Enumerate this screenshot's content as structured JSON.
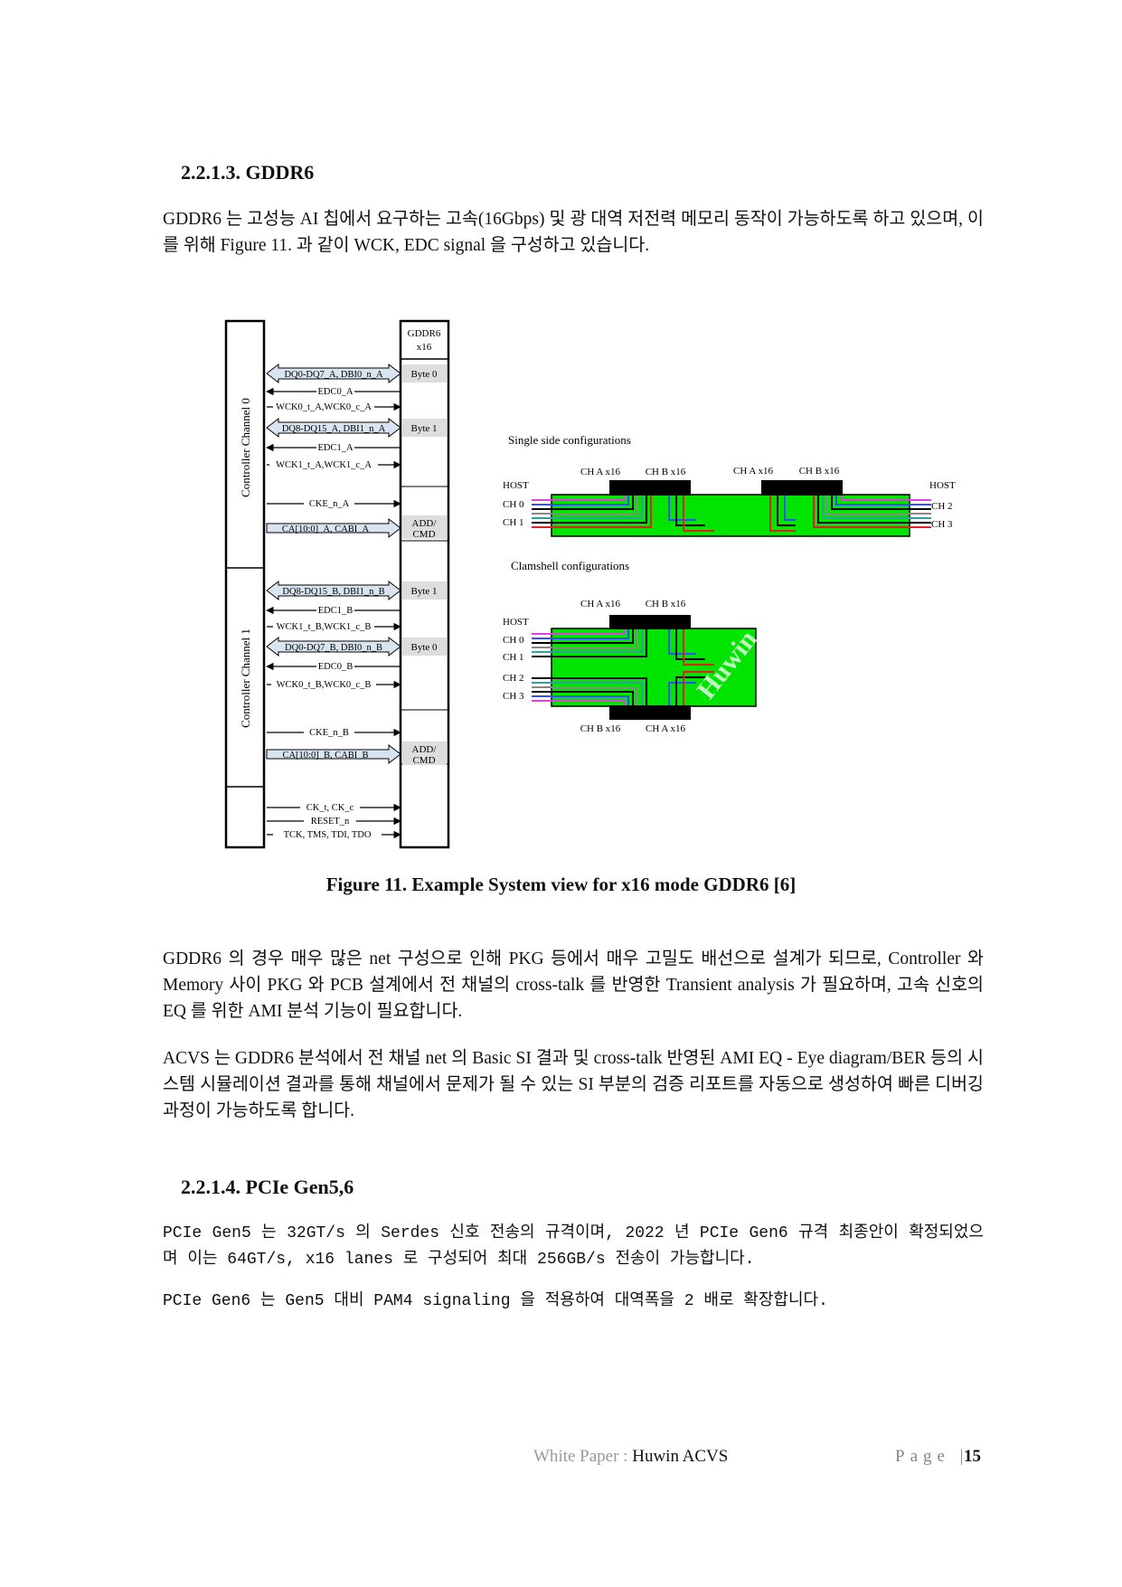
{
  "section1": {
    "heading": "2.2.1.3.  GDDR6",
    "para": "GDDR6 는 고성능 AI 칩에서 요구하는 고속(16Gbps) 및 광 대역 저전력 메모리 동작이 가능하도록 하고 있으며, 이를 위해 Figure 11. 과 같이 WCK, EDC signal 을 구성하고 있습니다."
  },
  "figure": {
    "caption": "Figure 11. Example System view for x16 mode GDDR6 [6]",
    "left": {
      "device": [
        "GDDR6",
        "x16"
      ],
      "ctrl0": "Controller Channel 0",
      "ctrl1": "Controller Channel 1",
      "sig": {
        "a_dq0": "DQ0-DQ7_A, DBI0_n_A",
        "a_edc0": "EDC0_A",
        "a_wck0": "WCK0_t_A,WCK0_c_A",
        "a_dq8": "DQ8-DQ15_A, DBI1_n_A",
        "a_edc1": "EDC1_A",
        "a_wck1": "WCK1_t_A,WCK1_c_A",
        "a_cke": "CKE_n_A",
        "a_ca": "CA[10:0]_A, CABI_A",
        "b_dq8": "DQ8-DQ15_B, DBI1_n_B",
        "b_edc1": "EDC1_B",
        "b_wck1": "WCK1_t_B,WCK1_c_B",
        "b_dq0": "DQ0-DQ7_B, DBI0_n_B",
        "b_edc0": "EDC0_B",
        "b_wck0": "WCK0_t_B,WCK0_c_B",
        "b_cke": "CKE_n_B",
        "b_ca": "CA[10:0]_B, CABI_B",
        "ck": "CK_t, CK_c",
        "reset": "RESET_n",
        "jtag": "TCK, TMS, TDI, TDO"
      },
      "bytes": {
        "a0": "Byte 0",
        "a1": "Byte 1",
        "b1": "Byte 1",
        "b0": "Byte 0"
      },
      "cmd": [
        "ADD/",
        "CMD"
      ]
    },
    "right": {
      "single_title": "Single side configurations",
      "clam_title": "Clamshell configurations",
      "host": "HOST",
      "ch0": "CH 0",
      "ch1": "CH 1",
      "ch2": "CH 2",
      "ch3": "CH 3",
      "cha": "CH A x16",
      "chb": "CH B x16",
      "watermark": "Huwin"
    }
  },
  "section1b": {
    "para1": "GDDR6 의 경우 매우 많은 net 구성으로 인해 PKG 등에서 매우 고밀도 배선으로 설계가 되므로, Controller 와 Memory 사이 PKG 와 PCB 설계에서 전 채널의 cross-talk 를 반영한 Transient analysis 가 필요하며, 고속 신호의 EQ 를 위한 AMI 분석 기능이 필요합니다.",
    "para2": "ACVS 는 GDDR6 분석에서 전 채널 net 의 Basic SI 결과 및 cross-talk 반영된 AMI EQ - Eye diagram/BER 등의 시스템 시뮬레이션 결과를 통해 채널에서 문제가 될 수 있는 SI 부분의 검증 리포트를 자동으로 생성하여 빠른 디버깅 과정이 가능하도록 합니다."
  },
  "section2": {
    "heading": "2.2.1.4.  PCIe Gen5,6",
    "para1": "PCIe Gen5 는 32GT/s 의 Serdes 신호 전송의 규격이며, 2022 년 PCIe Gen6 규격 최종안이 확정되었으며 이는 64GT/s, x16 lanes 로 구성되어 최대 256GB/s 전송이 가능합니다.",
    "para2": "PCIe Gen6 는 Gen5 대비 PAM4 signaling 을 적용하여 대역폭을 2 배로 확장합니다."
  },
  "footer": {
    "label": "White Paper : ",
    "name": "Huwin ACVS",
    "page_label": "Page |",
    "page_num": "15"
  }
}
